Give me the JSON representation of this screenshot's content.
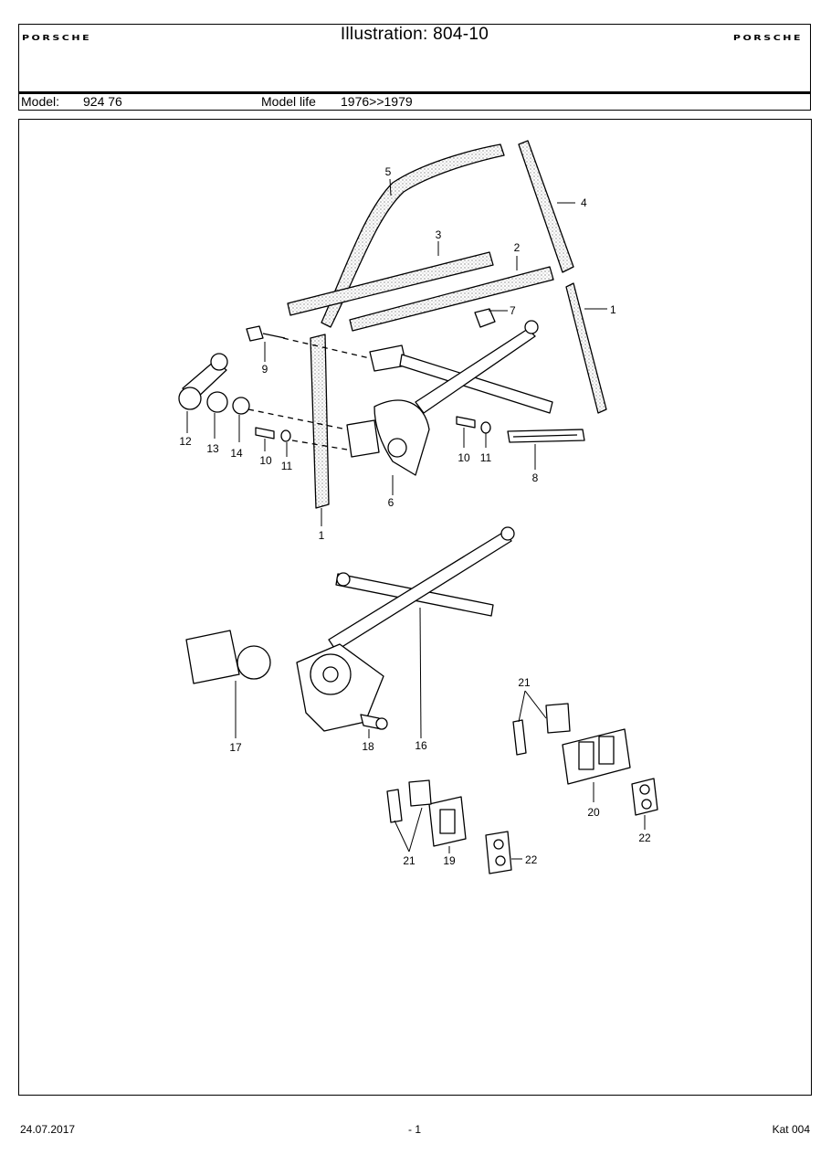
{
  "header": {
    "brand_left": "PORSCHE",
    "brand_right": "PORSCHE",
    "title": "Illustration: 804-10",
    "model_label": "Model:",
    "model_value": "924 76",
    "model_life_label": "Model life",
    "model_life_value": "1976>>1979"
  },
  "callouts": {
    "c1a": "1",
    "c1b": "1",
    "c2": "2",
    "c3": "3",
    "c4": "4",
    "c5": "5",
    "c6": "6",
    "c7": "7",
    "c8": "8",
    "c9": "9",
    "c10a": "10",
    "c10b": "10",
    "c11a": "11",
    "c11b": "11",
    "c12": "12",
    "c13": "13",
    "c14": "14",
    "c16": "16",
    "c17": "17",
    "c18": "18",
    "c19": "19",
    "c20": "20",
    "c21a": "21",
    "c21b": "21",
    "c22a": "22",
    "c22b": "22"
  },
  "footer": {
    "date": "24.07.2017",
    "page": "- 1",
    "catalog": "Kat 004"
  }
}
